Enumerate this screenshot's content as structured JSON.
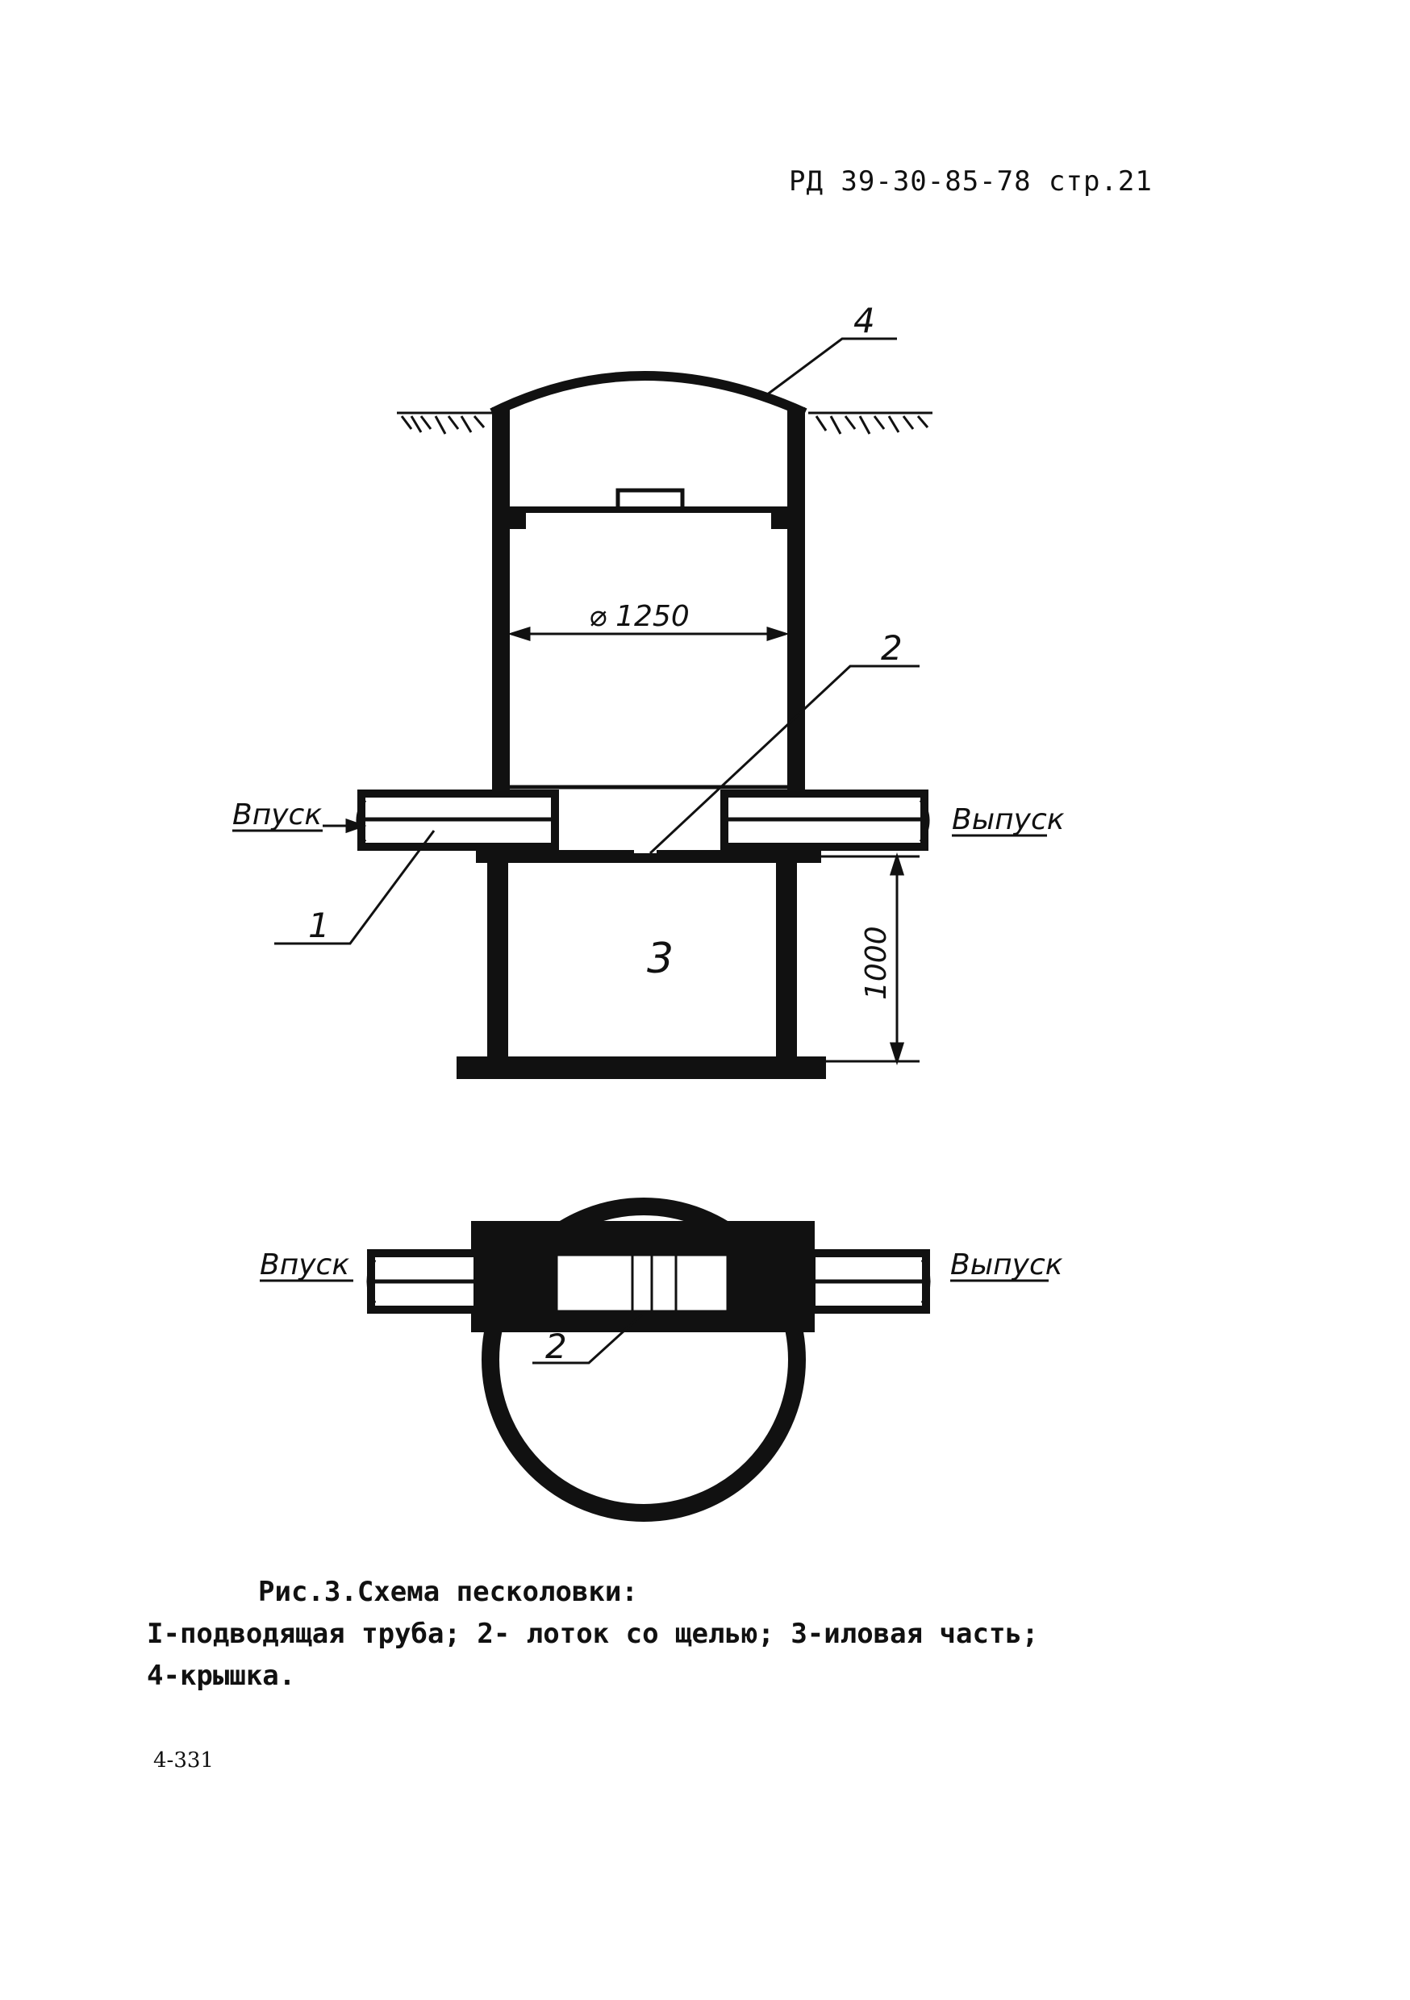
{
  "document": {
    "header": "РД 39-30-85-78 стр.21",
    "footer": "4-331"
  },
  "figure": {
    "section_labels": {
      "cover": "4",
      "tray": "2",
      "silt_part": "3",
      "inlet_pipe": "1",
      "tray_plan": "2"
    },
    "dimensions": {
      "diameter": "⌀ 1250",
      "height": "1000"
    },
    "flow_labels": {
      "inlet": "Впуск",
      "outlet": "Выпуск",
      "inlet_plan": "Впуск",
      "outlet_plan": "Выпуск"
    }
  },
  "caption": {
    "title": "Рис.3.Схема песколовки:",
    "line1": "I-подводящая труба; 2- лоток со щелью; 3-иловая часть;",
    "line2": "4-крышка."
  }
}
